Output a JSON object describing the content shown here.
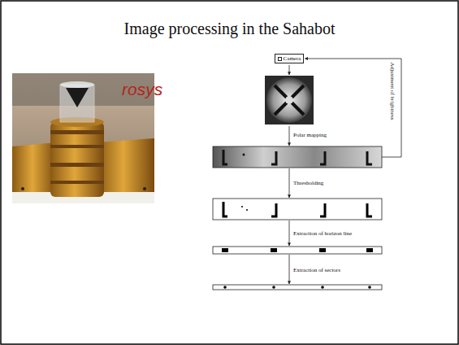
{
  "diagram": {
    "title": "Image processing in the Sahabot",
    "nodes": [
      {
        "text": [
          "Camera"
        ]
      }
    ],
    "labels": [
      "rosys",
      "Polar mapping",
      "Thresholding",
      "Extraction of horizon line",
      "Extraction of sectors",
      "Adjustment of brightness"
    ]
  }
}
